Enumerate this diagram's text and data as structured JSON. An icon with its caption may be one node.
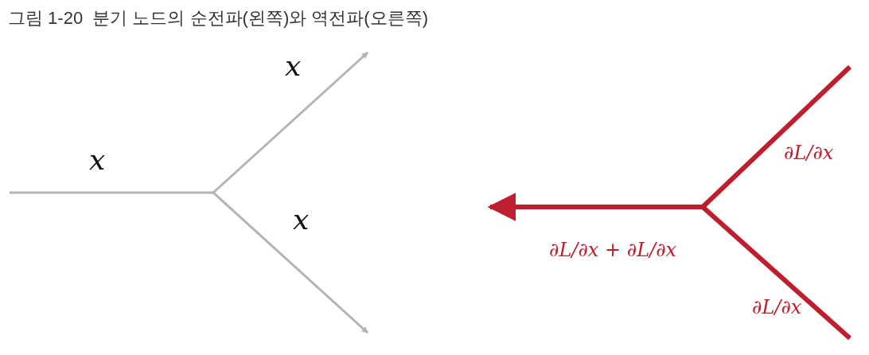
{
  "diagram": {
    "title": "그림 1-20  분기 노드의 순전파(왼쪽)와 역전파(오른쪽)",
    "labels": [
      "x",
      "x",
      "x",
      "∂L/∂x",
      "∂L/∂x + ∂L/∂x",
      "∂L/∂x"
    ]
  }
}
